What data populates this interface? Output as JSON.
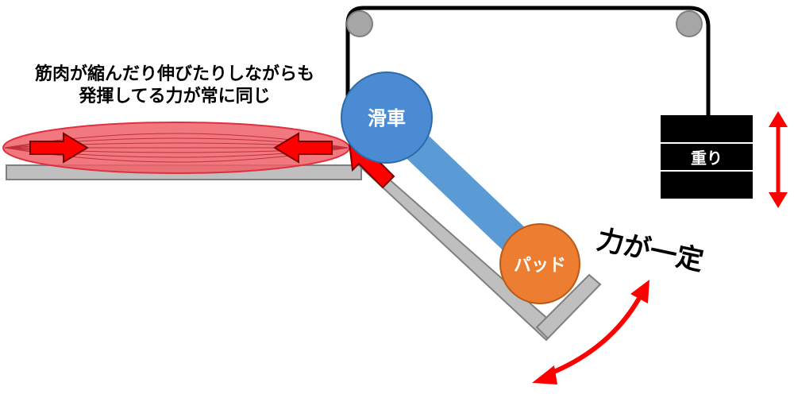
{
  "caption": {
    "line1": "筋肉が縮んだり伸びたりしながらも",
    "line2": "発揮してる力が常に同じ"
  },
  "labels": {
    "pulley": "滑車",
    "pad": "パッド",
    "weight": "重り",
    "constant_force": "力が一定"
  },
  "colors": {
    "muscle": "#f0606a",
    "arrow_red": "#ff0000",
    "pulley_blue": "#4a8bd4",
    "arm_blue": "#5b9bd5",
    "pad_orange": "#ed7d31",
    "frame_gray": "#bfbfbf",
    "weight_black": "#000000",
    "small_pulley_gray": "#a6a6a6"
  }
}
